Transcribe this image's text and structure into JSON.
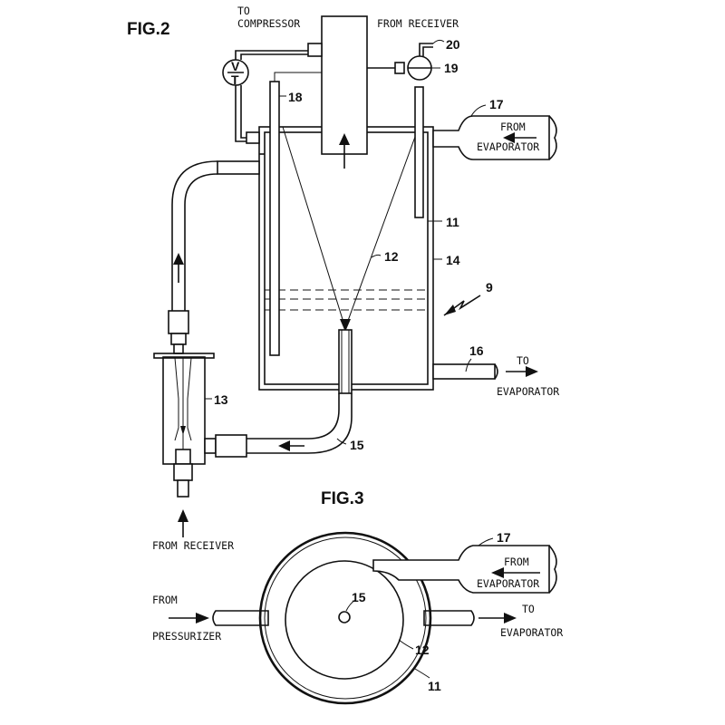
{
  "fig2": {
    "title": "FIG.2",
    "to_compressor_1": "TO",
    "to_compressor_2": "COMPRESSOR",
    "from_receiver_top": "FROM RECEIVER",
    "from_evaporator_1": "FROM",
    "from_evaporator_2": "EVAPORATOR",
    "to_evaporator_1": "TO",
    "to_evaporator_2": "EVAPORATOR",
    "from_receiver_bottom": "FROM RECEIVER",
    "valve_letter_v": "V",
    "valve_letter_t": "T",
    "ref": {
      "n20": "20",
      "n19": "19",
      "n18": "18",
      "n17": "17",
      "n11": "11",
      "n12": "12",
      "n14": "14",
      "n9": "9",
      "n16": "16",
      "n13": "13",
      "n15": "15"
    }
  },
  "fig3": {
    "title": "FIG.3",
    "from_evaporator_1": "FROM",
    "from_evaporator_2": "EVAPORATOR",
    "to_evaporator_1": "TO",
    "to_evaporator_2": "EVAPORATOR",
    "from_pressurizer_1": "FROM",
    "from_pressurizer_2": "PRESSURIZER",
    "ref": {
      "n17": "17",
      "n15": "15",
      "n12": "12",
      "n11": "11"
    }
  }
}
